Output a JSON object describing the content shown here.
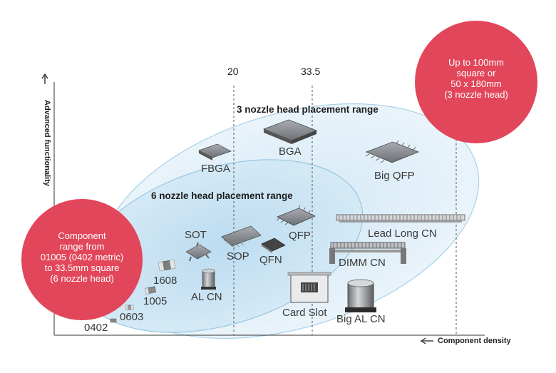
{
  "ticks": {
    "t20": "20",
    "t33": "33.5"
  },
  "axes": {
    "y": "Advanced functionality",
    "x": "Component density"
  },
  "ranges": {
    "three": "3 nozzle head placement range",
    "six": "6 nozzle head placement range"
  },
  "bubbles": {
    "top_right": {
      "l1": "Up to 100mm",
      "l2": "square or",
      "l3": "50 x 180mm",
      "l4": "(3 nozzle head)"
    },
    "left": {
      "l1": "Component",
      "l2": "range from",
      "l3": "01005 (0402 metric)",
      "l4": "to 33.5mm square",
      "l5": "(6 nozzle head)"
    }
  },
  "components": {
    "c0402": "0402",
    "c0603": "0603",
    "c1005": "1005",
    "c1608": "1608",
    "sot": "SOT",
    "alcn": "AL CN",
    "sop": "SOP",
    "qfn": "QFN",
    "qfp": "QFP",
    "fbga": "FBGA",
    "bga": "BGA",
    "bigqfp": "Big QFP",
    "leadlong": "Lead Long CN",
    "dimm": "DIMM CN",
    "cardslot": "Card Slot",
    "bigalcn": "Big AL CN"
  },
  "colors": {
    "bubble": "#e2465a",
    "ellipse_fill": "#e4f1f9",
    "ellipse_stroke": "#9cc9e4"
  }
}
